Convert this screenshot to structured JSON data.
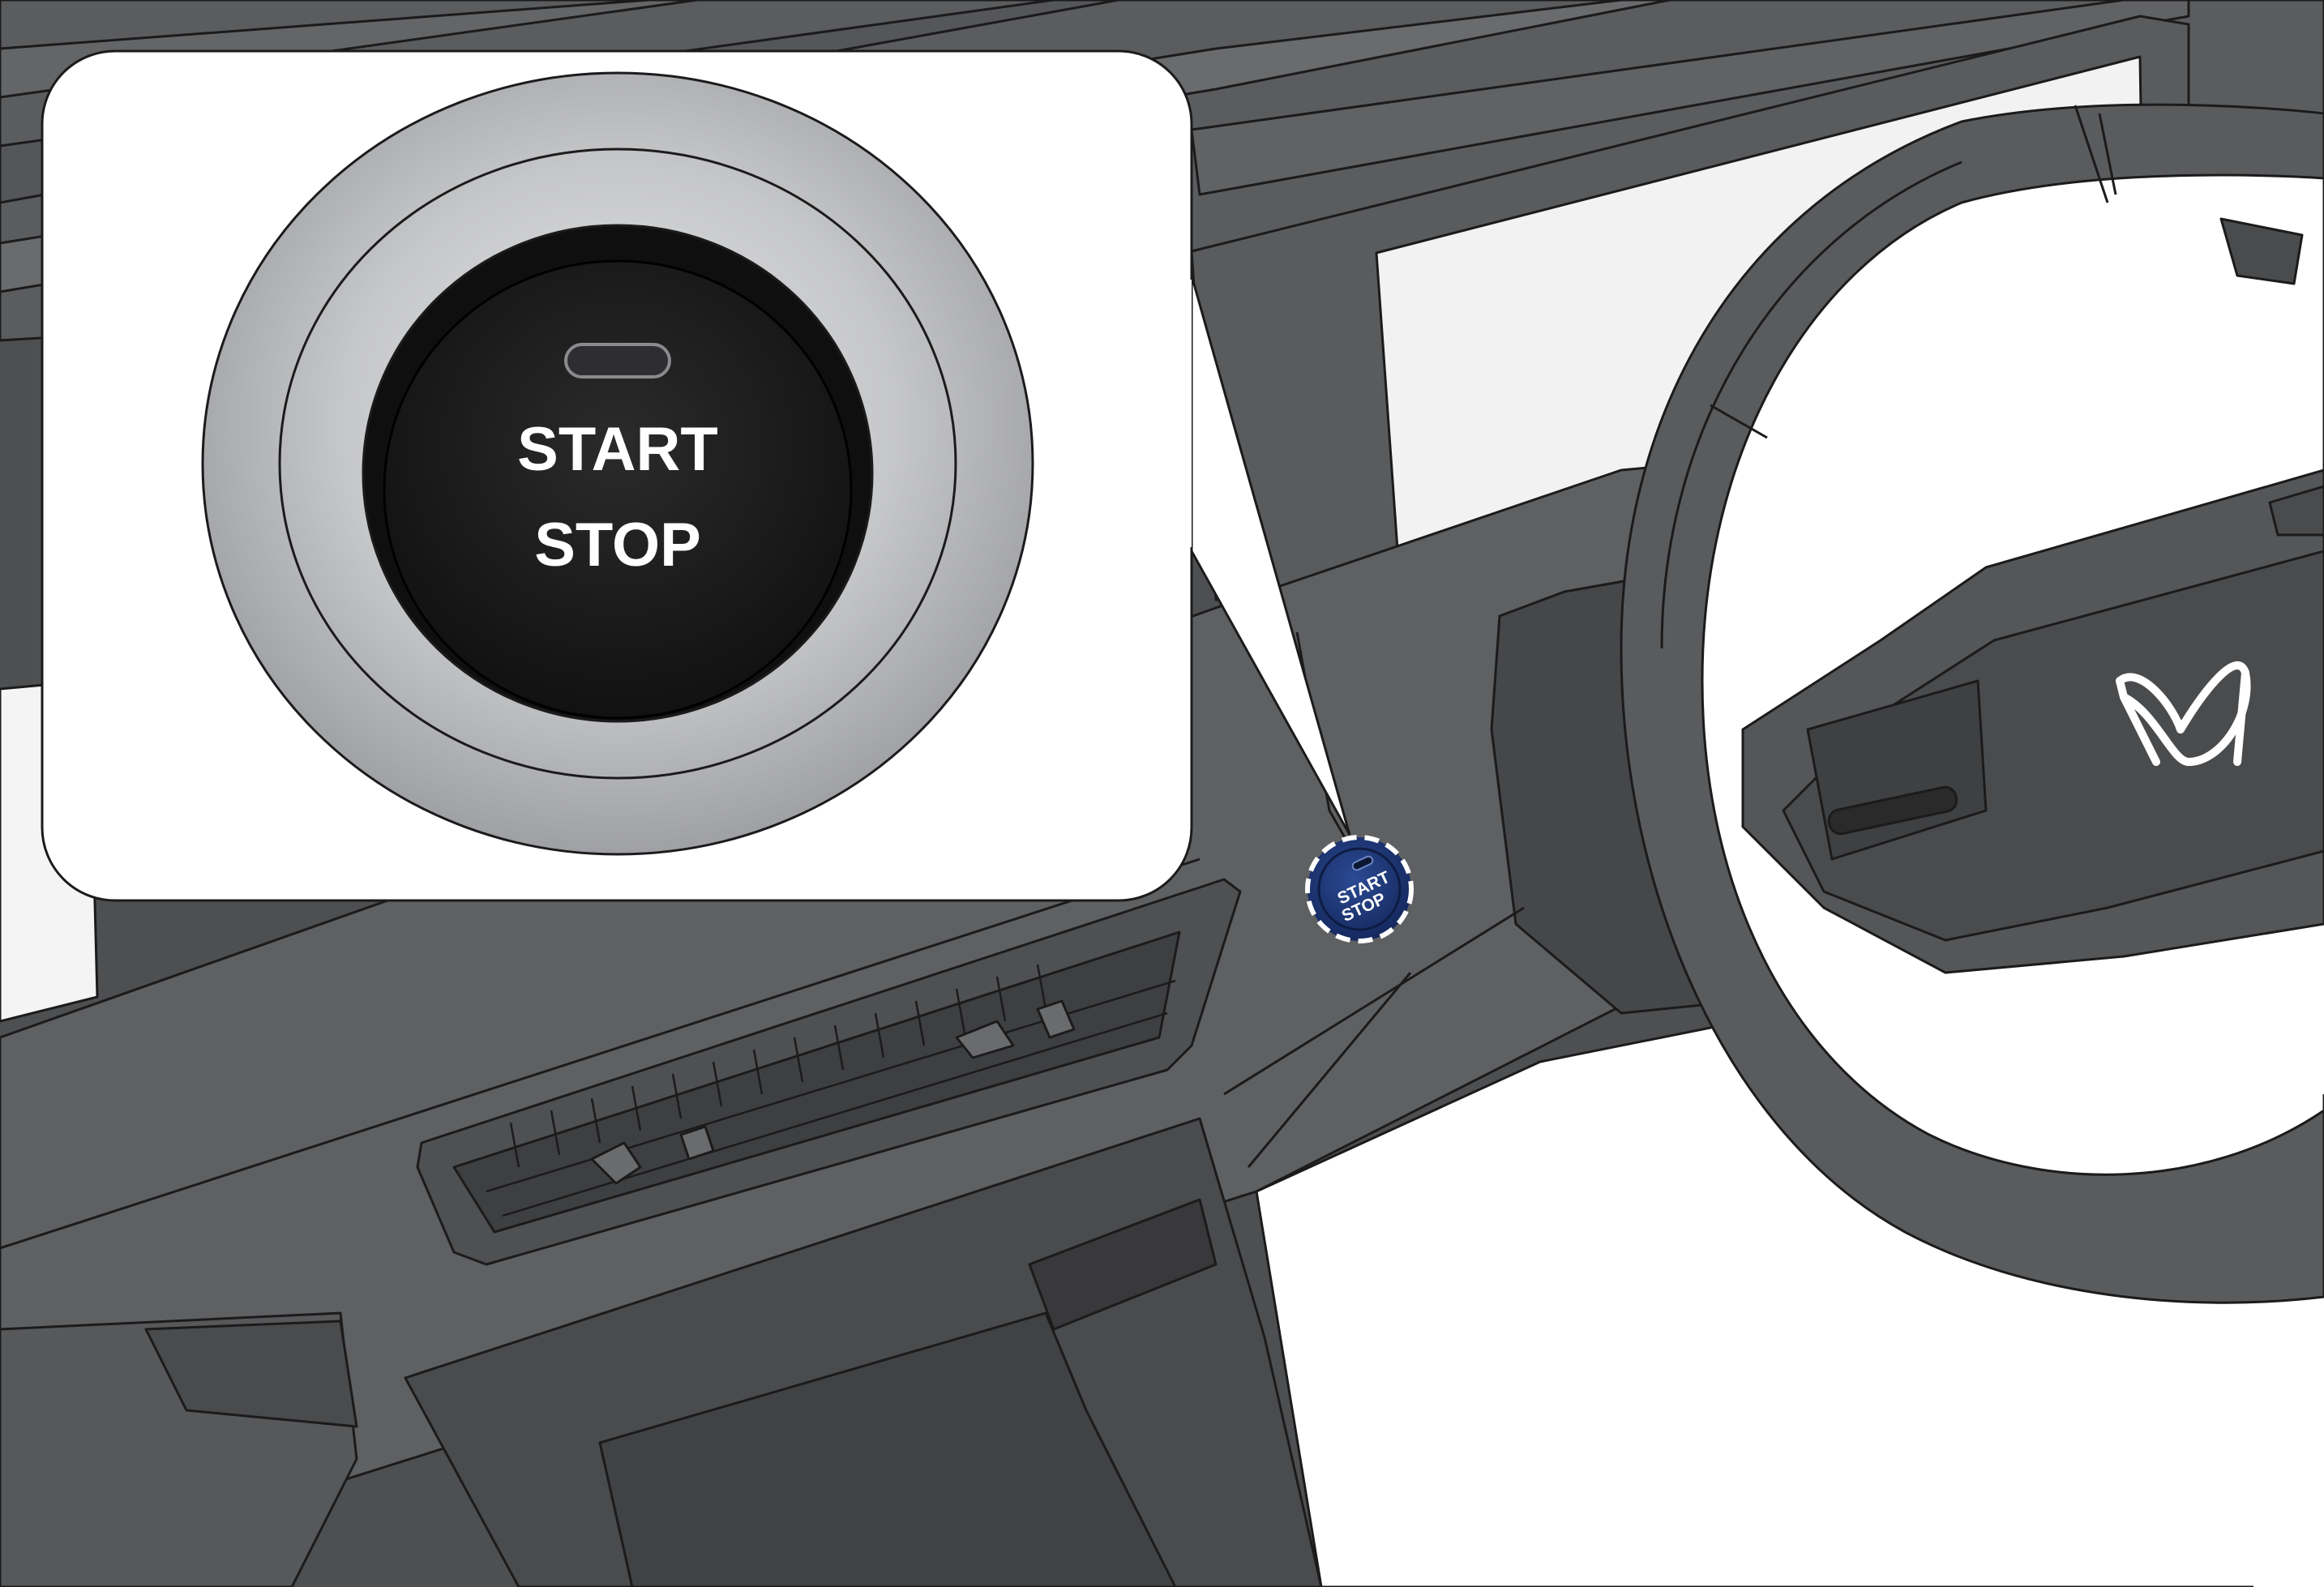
{
  "zoom_callout": {
    "button_label_line1": "START",
    "button_label_line2": "STOP"
  },
  "dashboard_button": {
    "label_line1": "START",
    "label_line2": "STOP"
  },
  "colors": {
    "dashboard_dark": "#4b4c4e",
    "dashboard_mid": "#5e5f61",
    "dashboard_light": "#727375",
    "screen": "#f2f2f2",
    "button_blue": "#1f3a7a",
    "button_black": "#1a1a1a",
    "bezel_silver": "#c4c5c7"
  },
  "icons": [
    "brand-logo-icon",
    "start-stop-button-icon",
    "indicator-slot-icon"
  ]
}
